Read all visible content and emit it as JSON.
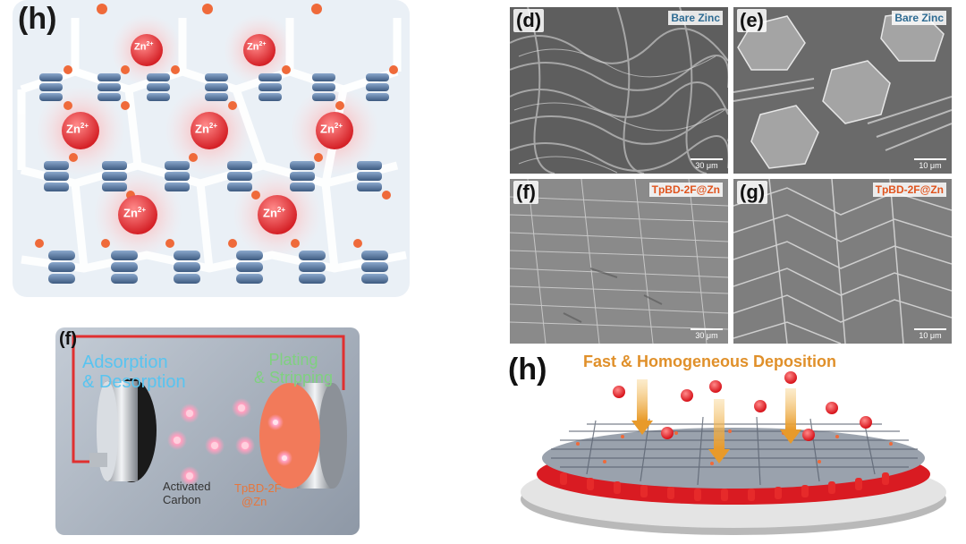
{
  "left_top_panel": {
    "label": "(h)",
    "ion_label_main": "Zn",
    "ion_label_sup": "2+",
    "colors": {
      "ion": "#e8383a",
      "linker": "#4a6890",
      "background": "#eaf0f6"
    }
  },
  "left_bottom_panel": {
    "label": "(f)",
    "left_title_line1": "Adsorption",
    "left_title_line2": "& Desorption",
    "right_title_line1": "Plating",
    "right_title_line2": "& Stripping",
    "left_electrode_line1": "Activated",
    "left_electrode_line2": "Carbon",
    "right_electrode_line1": "TpBD-2F",
    "right_electrode_line2": "@Zn",
    "colors": {
      "left_title": "#58c4f0",
      "right_title": "#7fd17f",
      "wire": "#e03030",
      "plate": "#f27a5a"
    }
  },
  "sem_panels": [
    {
      "letter": "(d)",
      "tag": "Bare Zinc",
      "tag_color": "#2f6c93",
      "scale": "30 μm"
    },
    {
      "letter": "(e)",
      "tag": "Bare Zinc",
      "tag_color": "#2f6c93",
      "scale": "10 μm"
    },
    {
      "letter": "(f)",
      "tag": "TpBD-2F@Zn",
      "tag_color": "#e0541e",
      "scale": "30 μm"
    },
    {
      "letter": "(g)",
      "tag": "TpBD-2F@Zn",
      "tag_color": "#e0541e",
      "scale": "10 μm"
    }
  ],
  "deposition_panel": {
    "label": "(h)",
    "title": "Fast & Homogeneous Deposition",
    "title_color": "#e0902a"
  }
}
